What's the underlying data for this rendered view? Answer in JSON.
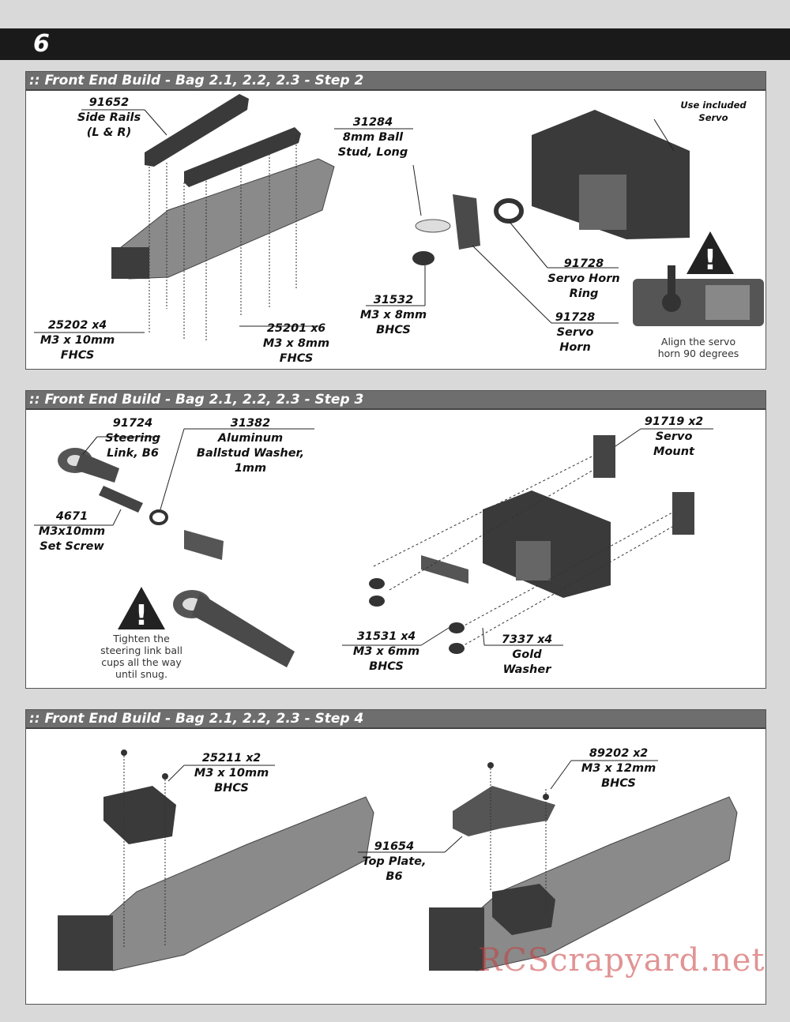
{
  "page": {
    "number": "6"
  },
  "sections": [
    {
      "title": ":: Front End Build - Bag 2.1, 2.2, 2.3 - Step 2",
      "parts": [
        {
          "number": "91652",
          "name": "Side Rails",
          "name2": "(L & R)"
        },
        {
          "number": "31284",
          "name": "8mm Ball",
          "name2": "Stud, Long"
        },
        {
          "note": "Use included",
          "note2": "Servo"
        },
        {
          "number": "91728",
          "name": "Servo Horn",
          "name2": "Ring"
        },
        {
          "number": "31532",
          "name": "M3 x 8mm",
          "name2": "BHCS"
        },
        {
          "number": "91728",
          "name": "Servo",
          "name2": "Horn"
        },
        {
          "number": "25202",
          "qty": "x4",
          "name": "M3 x 10mm",
          "name2": "FHCS"
        },
        {
          "number": "25201",
          "qty": "x6",
          "name": "M3 x 8mm",
          "name2": "FHCS"
        }
      ],
      "caution": {
        "line1": "Align the servo",
        "line2": "horn 90 degrees"
      }
    },
    {
      "title": ":: Front End Build - Bag 2.1, 2.2, 2.3 - Step 3",
      "parts": [
        {
          "number": "91724",
          "name": "Steering",
          "name2": "Link, B6"
        },
        {
          "number": "31382",
          "name": "Aluminum",
          "name2": "Ballstud Washer,",
          "name3": "1mm"
        },
        {
          "number": "4671",
          "name": "M3x10mm",
          "name2": "Set Screw"
        },
        {
          "number": "91719",
          "qty": "x2",
          "name": "Servo",
          "name2": "Mount"
        },
        {
          "number": "31531",
          "qty": "x4",
          "name": "M3 x 6mm",
          "name2": "BHCS"
        },
        {
          "number": "7337",
          "qty": "x4",
          "name": "Gold",
          "name2": "Washer"
        }
      ],
      "caution": {
        "line1": "Tighten the",
        "line2": "steering link ball",
        "line3": "cups all the way",
        "line4": "until snug."
      }
    },
    {
      "title": ":: Front End Build - Bag 2.1, 2.2, 2.3 - Step 4",
      "parts": [
        {
          "number": "25211",
          "qty": "x2",
          "name": "M3 x 10mm",
          "name2": "BHCS"
        },
        {
          "number": "89202",
          "qty": "x2",
          "name": "M3 x 12mm",
          "name2": "BHCS"
        },
        {
          "number": "91654",
          "name": "Top Plate,",
          "name2": "B6"
        }
      ]
    }
  ],
  "watermark": "RCScrapyard.net"
}
